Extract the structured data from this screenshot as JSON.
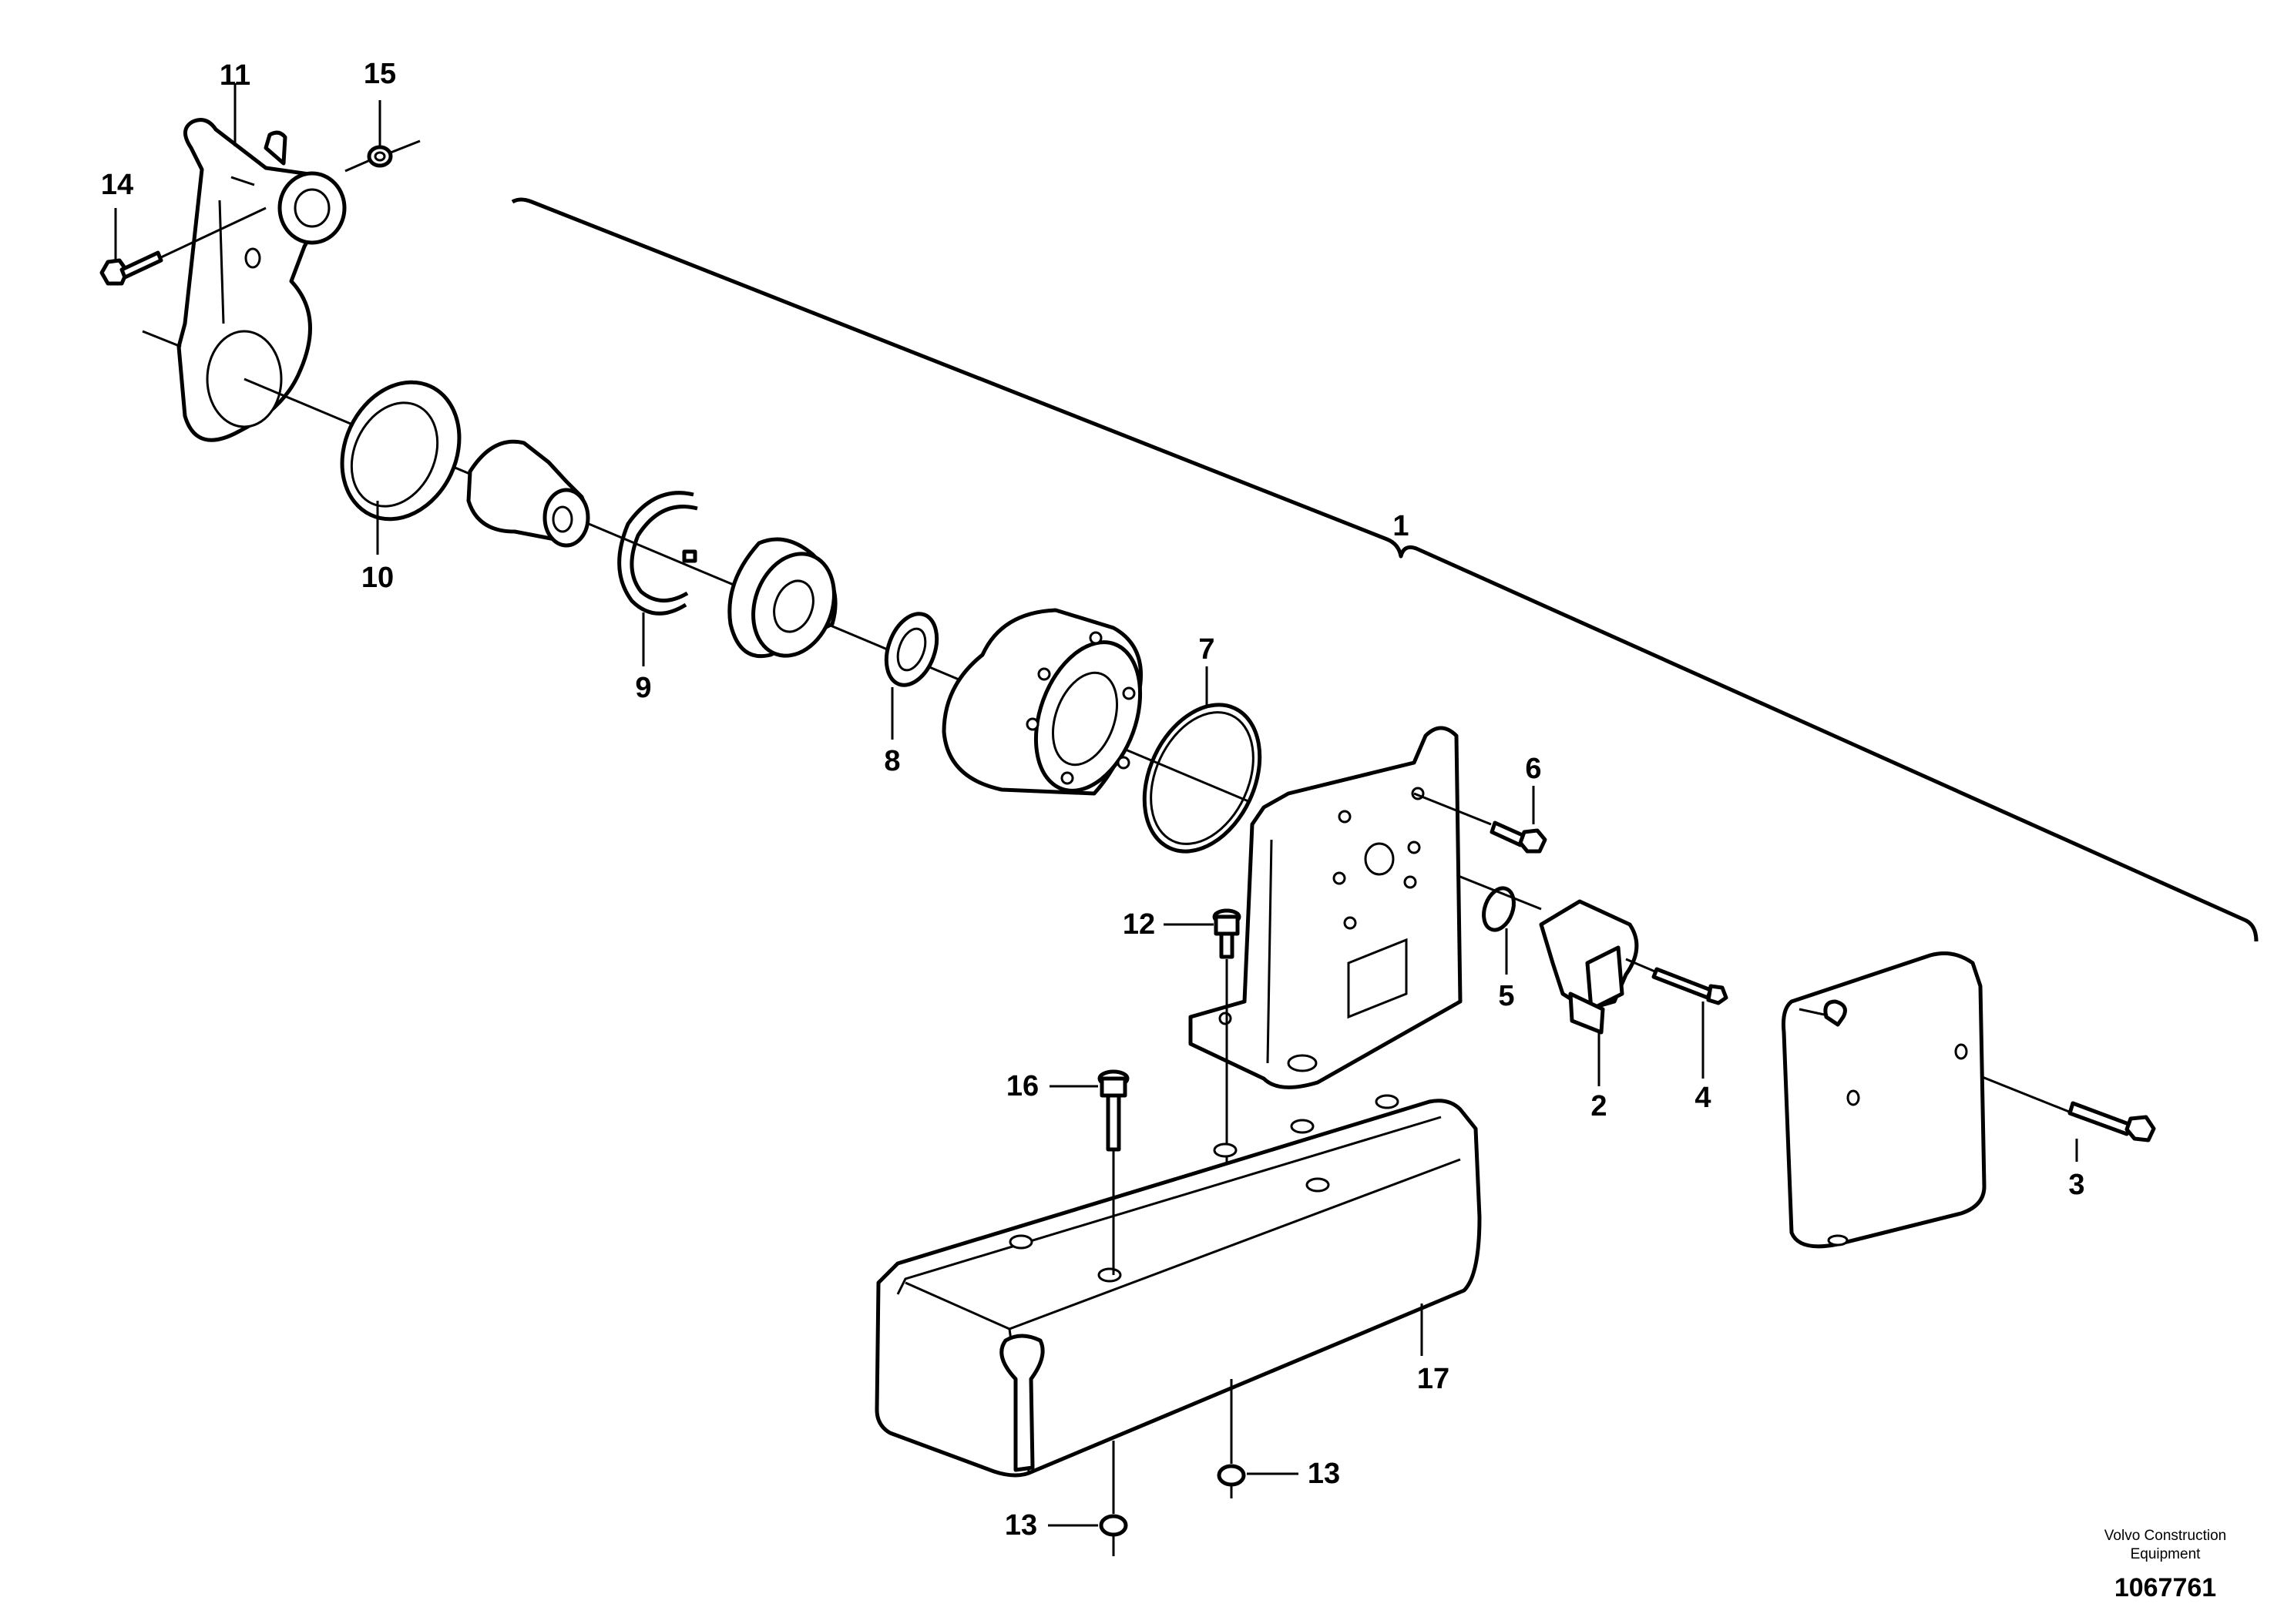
{
  "diagram": {
    "type": "exploded parts diagram",
    "callouts": [
      {
        "id": "c1",
        "label": "1"
      },
      {
        "id": "c2",
        "label": "2"
      },
      {
        "id": "c3",
        "label": "3"
      },
      {
        "id": "c4",
        "label": "4"
      },
      {
        "id": "c5",
        "label": "5"
      },
      {
        "id": "c6",
        "label": "6"
      },
      {
        "id": "c7",
        "label": "7"
      },
      {
        "id": "c8",
        "label": "8"
      },
      {
        "id": "c9",
        "label": "9"
      },
      {
        "id": "c10",
        "label": "10"
      },
      {
        "id": "c11",
        "label": "11"
      },
      {
        "id": "c12",
        "label": "12"
      },
      {
        "id": "c13a",
        "label": "13"
      },
      {
        "id": "c13b",
        "label": "13"
      },
      {
        "id": "c14",
        "label": "14"
      },
      {
        "id": "c15",
        "label": "15"
      },
      {
        "id": "c16",
        "label": "16"
      },
      {
        "id": "c17",
        "label": "17"
      }
    ]
  },
  "footer": {
    "brand_line1": "Volvo Construction",
    "brand_line2": "Equipment",
    "document_number": "1067761"
  }
}
